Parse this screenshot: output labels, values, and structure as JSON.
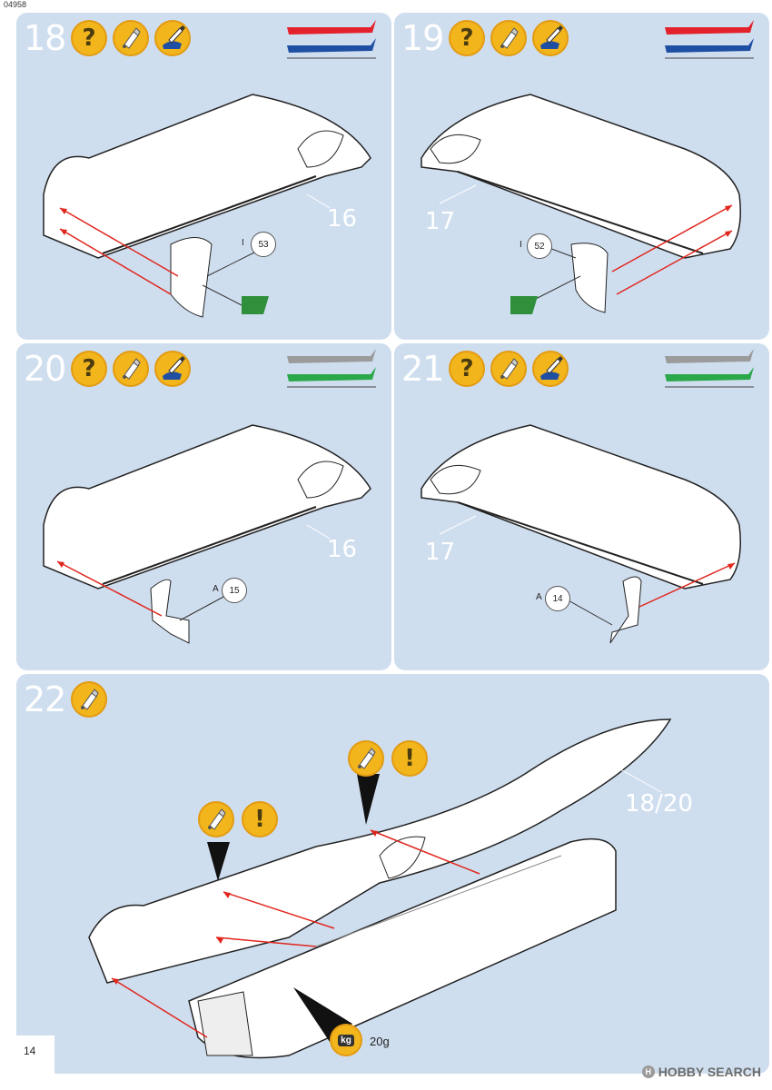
{
  "page": {
    "code": "04958",
    "number": "14"
  },
  "colors": {
    "panel_bg": "#cfdeef",
    "icon_yellow": "#f2b51c",
    "arrow_red": "#e0261d",
    "plane_red": "#e3212b",
    "plane_blue": "#1f4fa3",
    "plane_grey": "#9b9b9b",
    "plane_green": "#2aa84a",
    "decal_green": "#2f8f3a"
  },
  "icons": [
    "question-icon",
    "glue-icon",
    "paint-brush-icon",
    "warning-icon",
    "weight-icon"
  ],
  "steps": [
    {
      "number": "18",
      "part_callout": "16",
      "part_letter": "I",
      "part_num": "53"
    },
    {
      "number": "19",
      "part_callout": "17",
      "part_letter": "I",
      "part_num": "52"
    },
    {
      "number": "20",
      "part_callout": "16",
      "part_letter": "A",
      "part_num": "15"
    },
    {
      "number": "21",
      "part_callout": "17",
      "part_letter": "A",
      "part_num": "14"
    },
    {
      "number": "22",
      "part_callout": "18/20",
      "weight_label": "20g",
      "weight_icon_text": "kg"
    }
  ],
  "watermark": {
    "logo_text": "H",
    "text": "HOBBY SEARCH"
  }
}
